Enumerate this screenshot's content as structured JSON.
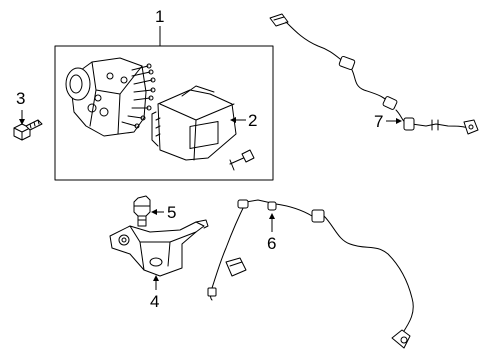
{
  "diagram": {
    "callouts": [
      {
        "id": "1",
        "label": "1"
      },
      {
        "id": "2",
        "label": "2"
      },
      {
        "id": "3",
        "label": "3"
      },
      {
        "id": "4",
        "label": "4"
      },
      {
        "id": "5",
        "label": "5"
      },
      {
        "id": "6",
        "label": "6"
      },
      {
        "id": "7",
        "label": "7"
      }
    ],
    "parts": [
      {
        "callout": "1",
        "name": "abs-module-assembly-box"
      },
      {
        "callout": "2",
        "name": "abs-control-module"
      },
      {
        "callout": "3",
        "name": "bolt"
      },
      {
        "callout": "4",
        "name": "mounting-bracket"
      },
      {
        "callout": "5",
        "name": "bracket-stud"
      },
      {
        "callout": "6",
        "name": "front-wheel-speed-sensor"
      },
      {
        "callout": "7",
        "name": "rear-wheel-speed-sensor"
      }
    ],
    "line_color": "#000000",
    "background": "#ffffff"
  }
}
